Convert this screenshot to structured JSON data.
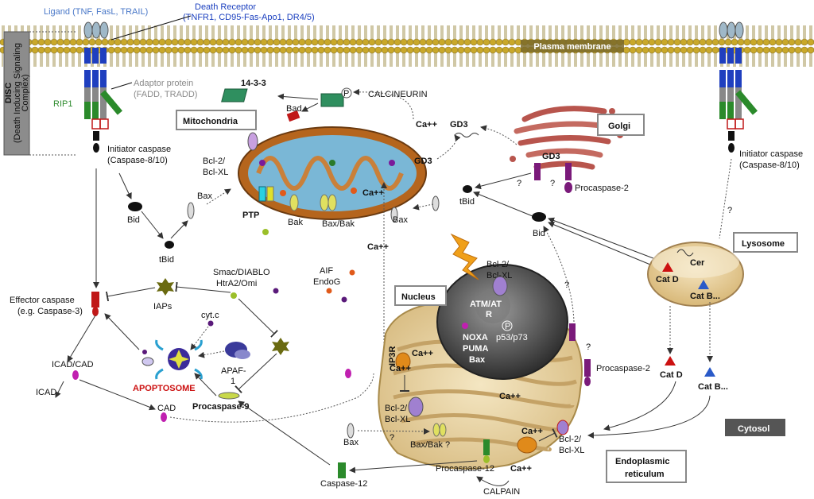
{
  "labels": {
    "ligand": "Ligand (TNF, FasL, TRAIL)",
    "death_receptor": "Death Receptor",
    "death_receptor_list": "(TNFR1, CD95-Fas-Apo1, DR4/5)",
    "plasma_membrane": "Plasma membrane",
    "disc_line1": "DISC",
    "disc_line2": "(Death Inducing Signaling",
    "disc_line3": "Complex)",
    "adaptor_protein": "Adaptor protein",
    "adaptor_list": "(FADD, TRADD)",
    "rip1": "RIP1",
    "initiator_caspase_left": "Initiator caspase",
    "initiator_caspase_left_sub": "(Caspase-8/10)",
    "initiator_caspase_right": "Initiator caspase",
    "initiator_caspase_right_sub": "(Caspase-8/10)",
    "bid_left": "Bid",
    "tbid_left": "tBid",
    "bax_left": "Bax",
    "fourteen_three_three": "14-3-3",
    "bad": "Bad",
    "p_bad": "P",
    "calcineurin": "CALCINEURIN",
    "ca_calcineurin": "Ca++",
    "mitochondria": "Mitochondria",
    "bcl2_mito_1": "Bcl-2/",
    "bcl2_mito_2": "Bcl-XL",
    "ptp": "PTP",
    "bak": "Bak",
    "bax_bak_mito": "Bax/Bak",
    "bax_mito_right": "Bax",
    "gd3_top": "GD3",
    "gd3_mito": "GD3",
    "gd3_golgi": "GD3",
    "golgi": "Golgi",
    "ca_mito": "Ca++",
    "tbid_right": "tBid",
    "q_golgi_1": "?",
    "q_golgi_2": "?",
    "procaspase2_golgi": "Procaspase-2",
    "bid_right": "Bid",
    "q_lyso": "?",
    "lysosome": "Lysosome",
    "cer": "Cer",
    "cat_d_lyso": "Cat D",
    "cat_b_lyso": "Cat B...",
    "cat_d_cyto": "Cat D",
    "cat_b_cyto": "Cat B...",
    "ca_er_to_mito": "Ca++",
    "smac": "Smac/DIABLO",
    "htra2": "HtrA2/Omi",
    "aif": "AIF",
    "endog": "EndoG",
    "iaps": "IAPs",
    "effector_caspase": "Effector caspase",
    "effector_caspase_sub": "(e.g. Caspase-3)",
    "cytc": "cyt.c",
    "apaf1_1": "APAF-",
    "apaf1_2": "1",
    "apoptosome": "APOPTOSOME",
    "procaspase9": "Procaspase-9",
    "icad_cad": "ICAD/CAD",
    "icad": "ICAD",
    "cad": "CAD",
    "nucleus": "Nucleus",
    "bcl2_nuc_1": "Bcl-2/",
    "bcl2_nuc_2": "Bcl-XL",
    "atm": "ATM/AT",
    "atm_r": "R",
    "p_p53": "P",
    "p53": "p53/p73",
    "noxa": "NOXA",
    "puma": "PUMA",
    "bax_nuc": "Bax",
    "ip3r": "IP3R",
    "ca_ip3r": "Ca++",
    "q_nuc": "?",
    "q_nuc2": "?",
    "procaspase2_er": "Procaspase-2",
    "ca_er_mid": "Ca++",
    "bcl2_er_1": "Bcl-2/",
    "bcl2_er_2": "Bcl-XL",
    "bax_cyto": "Bax",
    "q_bax": "?",
    "bax_bak_er": "Bax/Bak ?",
    "ca_er_bottom": "Ca++",
    "ca_er_bottom2": "Ca++",
    "bcl2_er_right_1": "Bcl-2/",
    "bcl2_er_right_2": "Bcl-XL",
    "caspase12": "Caspase-12",
    "procaspase12": "Procaspase-12",
    "calpain": "CALPAIN",
    "cytosol": "Cytosol",
    "er_1": "Endoplasmic",
    "er_2": "reticulum"
  },
  "colors": {
    "membrane_head": "#c9a82a",
    "membrane_dark": "#8a7420",
    "receptor_blue": "#1f3fbf",
    "adaptor_grey": "#888888",
    "rip_green": "#2b8a2b",
    "caspase_red": "#c01818",
    "mito_outer": "#b5651d",
    "mito_inner": "#7ab7d6",
    "lysosome": "#f0d9a8",
    "er": "#e8d7a8",
    "nucleus": "#5a5a5a",
    "golgi": "#b8554d",
    "cytosol_box": "#555555"
  }
}
